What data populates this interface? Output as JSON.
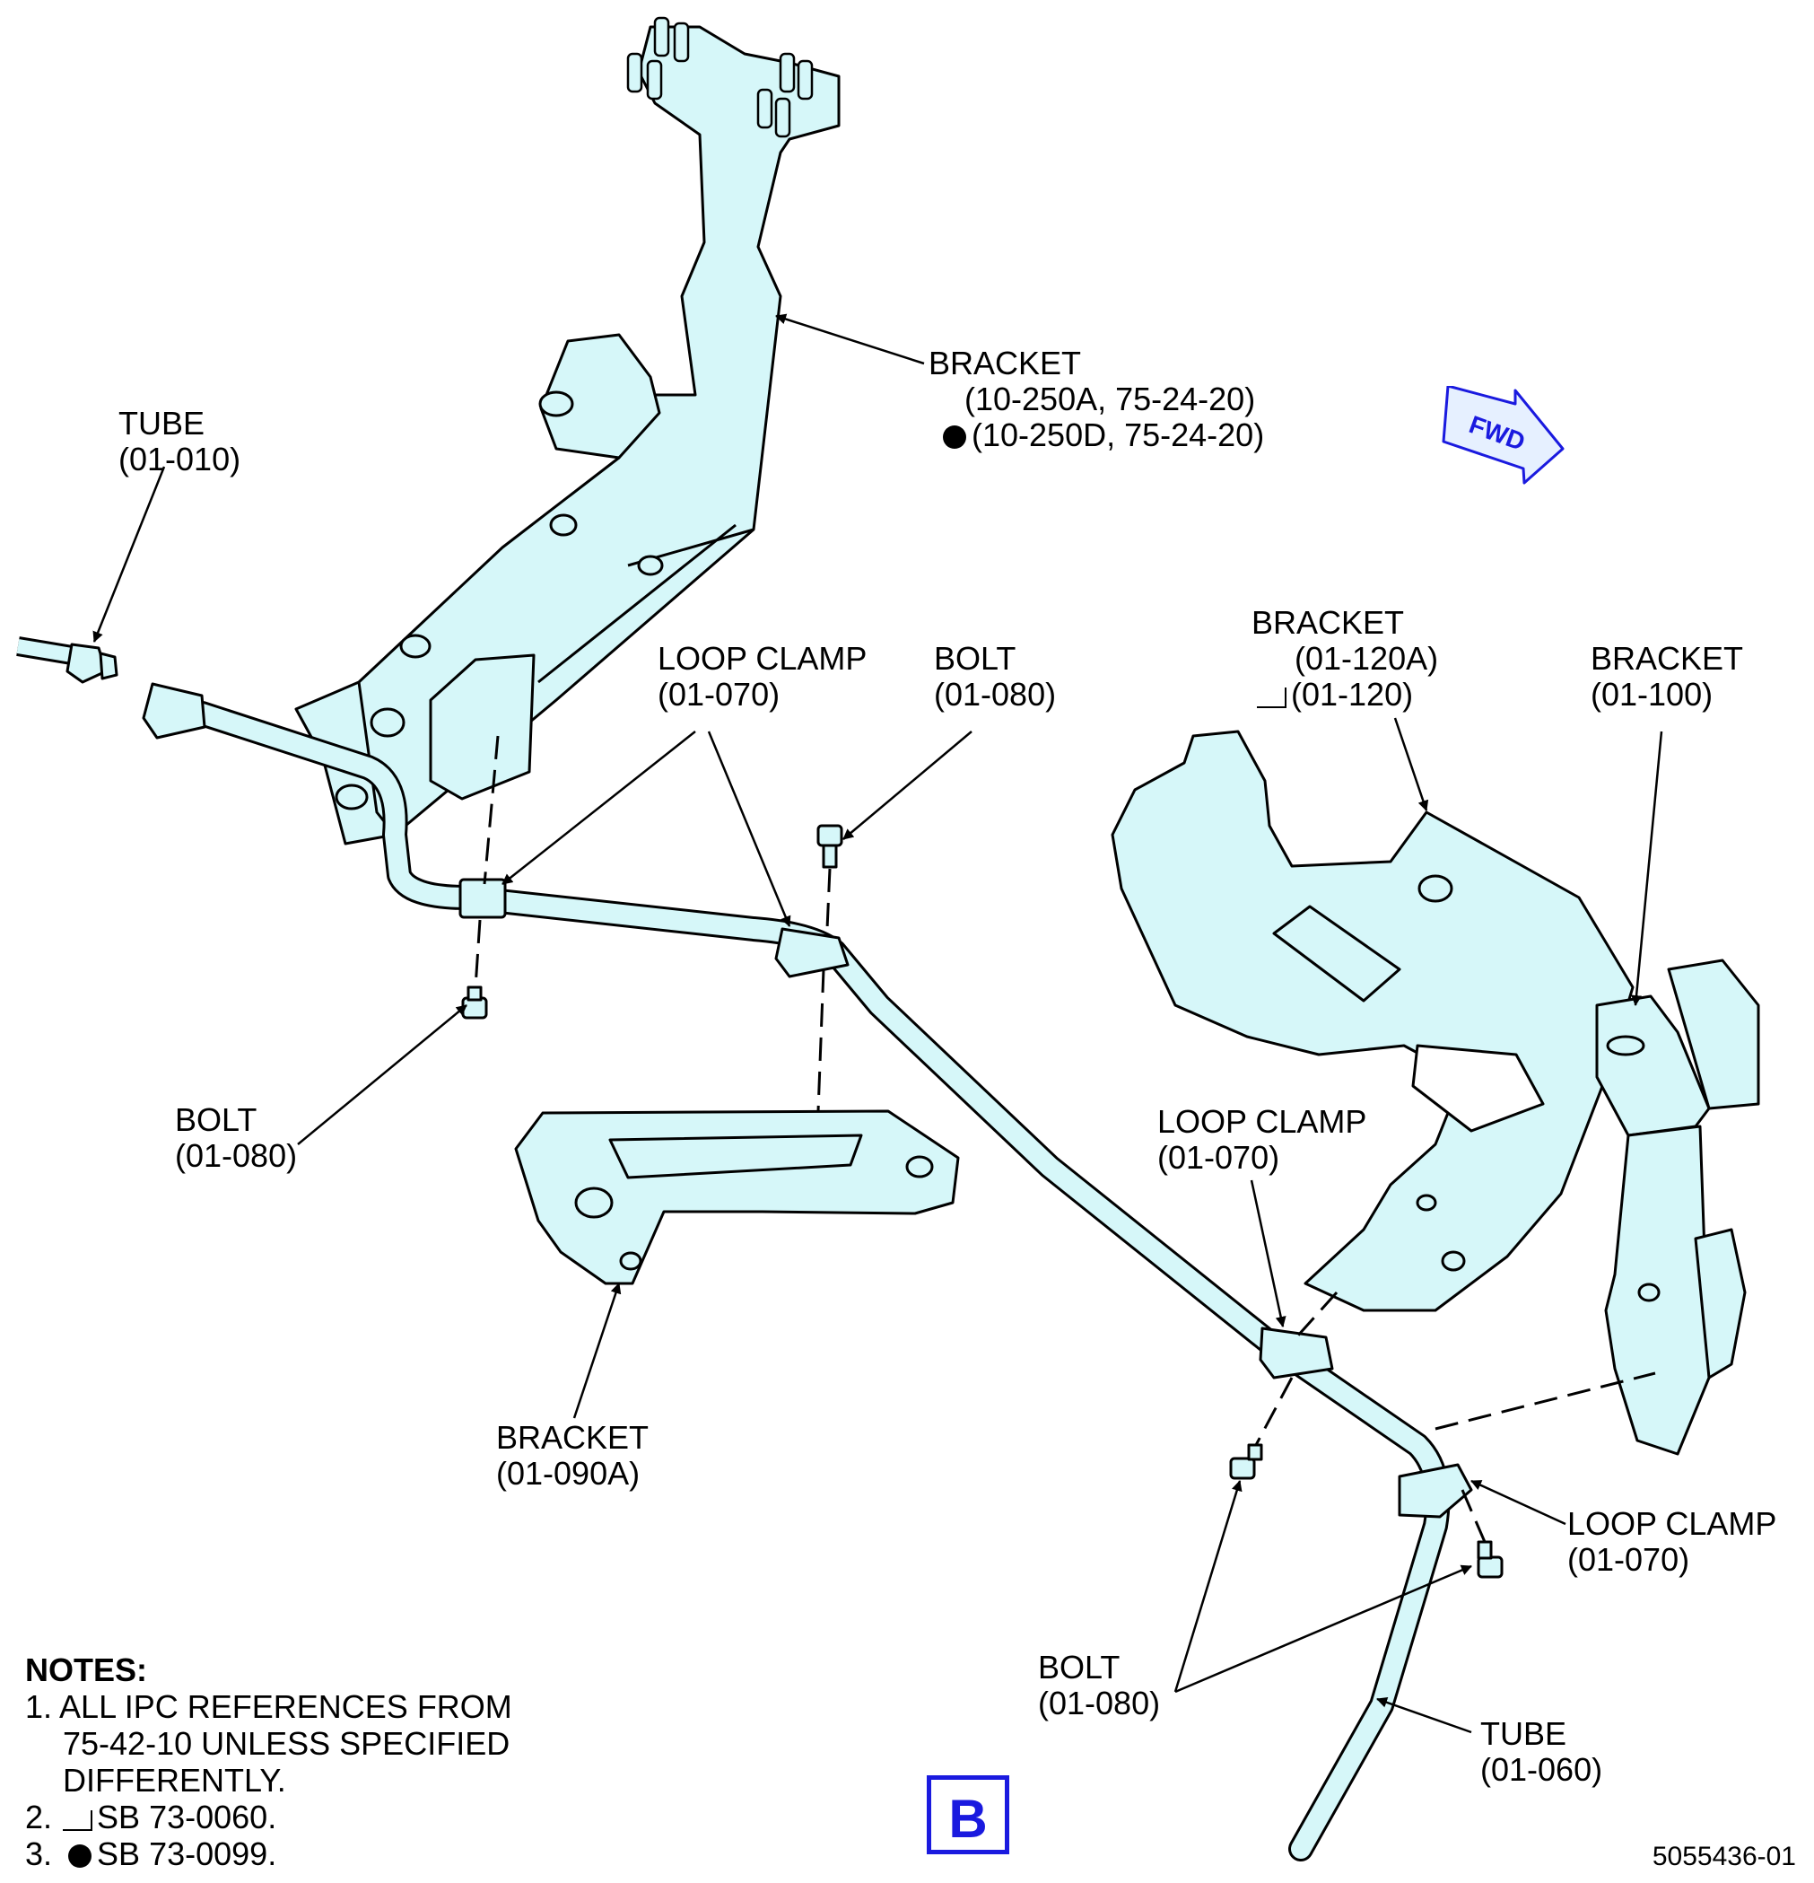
{
  "callouts": {
    "tube_top": {
      "name": "TUBE",
      "ref": "(01-010)"
    },
    "bracket_top": {
      "name": "BRACKET",
      "ref1": "(10-250A, 75-24-20)",
      "ref2": "(10-250D, 75-24-20)"
    },
    "loop_clamp_1": {
      "name": "LOOP CLAMP",
      "ref": "(01-070)"
    },
    "bolt_1": {
      "name": "BOLT",
      "ref": "(01-080)"
    },
    "bolt_2": {
      "name": "BOLT",
      "ref": "(01-080)"
    },
    "bracket_090": {
      "name": "BRACKET",
      "ref": "(01-090A)"
    },
    "bracket_120": {
      "name": "BRACKET",
      "ref1": "(01-120A)",
      "ref2": "(01-120)"
    },
    "bracket_100": {
      "name": "BRACKET",
      "ref": "(01-100)"
    },
    "loop_clamp_2": {
      "name": "LOOP CLAMP",
      "ref": "(01-070)"
    },
    "loop_clamp_3": {
      "name": "LOOP CLAMP",
      "ref": "(01-070)"
    },
    "bolt_3": {
      "name": "BOLT",
      "ref": "(01-080)"
    },
    "tube_bottom": {
      "name": "TUBE",
      "ref": "(01-060)"
    }
  },
  "fwd_label": "FWD",
  "notes": {
    "title": "NOTES:",
    "n1a": "1. ALL IPC REFERENCES FROM",
    "n1b": "75-42-10 UNLESS SPECIFIED",
    "n1c": "DIFFERENTLY.",
    "n2_num": "2.",
    "n2_text": "SB 73-0060.",
    "n3_num": "3.",
    "n3_text": "SB 73-0099."
  },
  "view_label": "B",
  "document_number": "5055436-01",
  "colors": {
    "part_fill": "#d6f7f9",
    "stroke": "#000000",
    "accent_blue": "#1a1adf",
    "fwd_fill": "#e6f0ff"
  }
}
